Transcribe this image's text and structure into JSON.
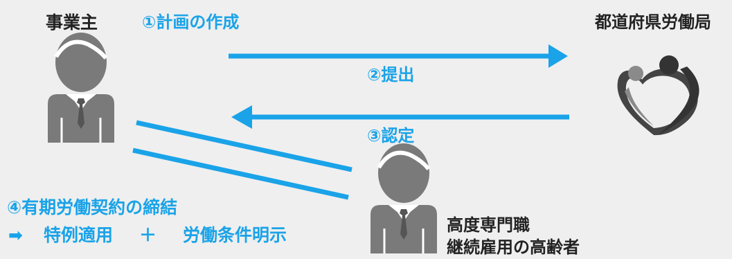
{
  "employer": {
    "label": "事業主"
  },
  "bureau": {
    "label": "都道府県労働局"
  },
  "steps": {
    "plan": "①計画の作成",
    "submit": "②提出",
    "certify": "③認定",
    "contract": "④有期労働契約の締結"
  },
  "result": {
    "arrow": "➡",
    "item_a": "特例適用",
    "plus": "＋",
    "item_b": "労働条件明示"
  },
  "worker": {
    "line1": "高度専門職",
    "line2": "継続雇用の高齢者"
  },
  "icons": {
    "employer": "person-suit-icon",
    "worker": "person-suit-icon",
    "bureau": "heart-family-logo-icon"
  },
  "colors": {
    "accent": "#1aa3e8",
    "text": "#222222",
    "figure": "#7a7a7a",
    "background": "#efefef"
  }
}
